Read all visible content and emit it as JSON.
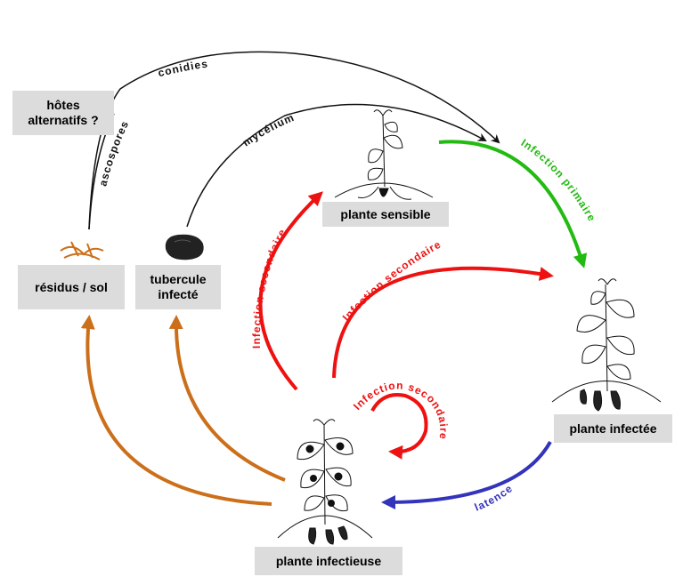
{
  "nodes": {
    "hotes_alternatifs": "hôtes\nalternatifs ?",
    "residus_sol": "résidus / sol",
    "tubercule_infecte": "tubercule\ninfecté",
    "plante_sensible": "plante sensible",
    "plante_infectee": "plante infectée",
    "plante_infectieuse": "plante infectieuse"
  },
  "edges": {
    "conidies": "conidies",
    "ascospores": "ascospores",
    "mycelium": "mycélium",
    "infection_primaire": "Infection primaire",
    "infection_secondaire_left": "Infection secondaire",
    "infection_secondaire_middle": "Infection secondaire",
    "infection_secondaire_loop": "Infection secondaire",
    "latence": "latence"
  },
  "colors": {
    "black": "#111111",
    "green": "#22bb11",
    "red": "#ee1111",
    "blue": "#3333bb",
    "orange": "#cc6f1a",
    "box": "#dcdcdc"
  }
}
